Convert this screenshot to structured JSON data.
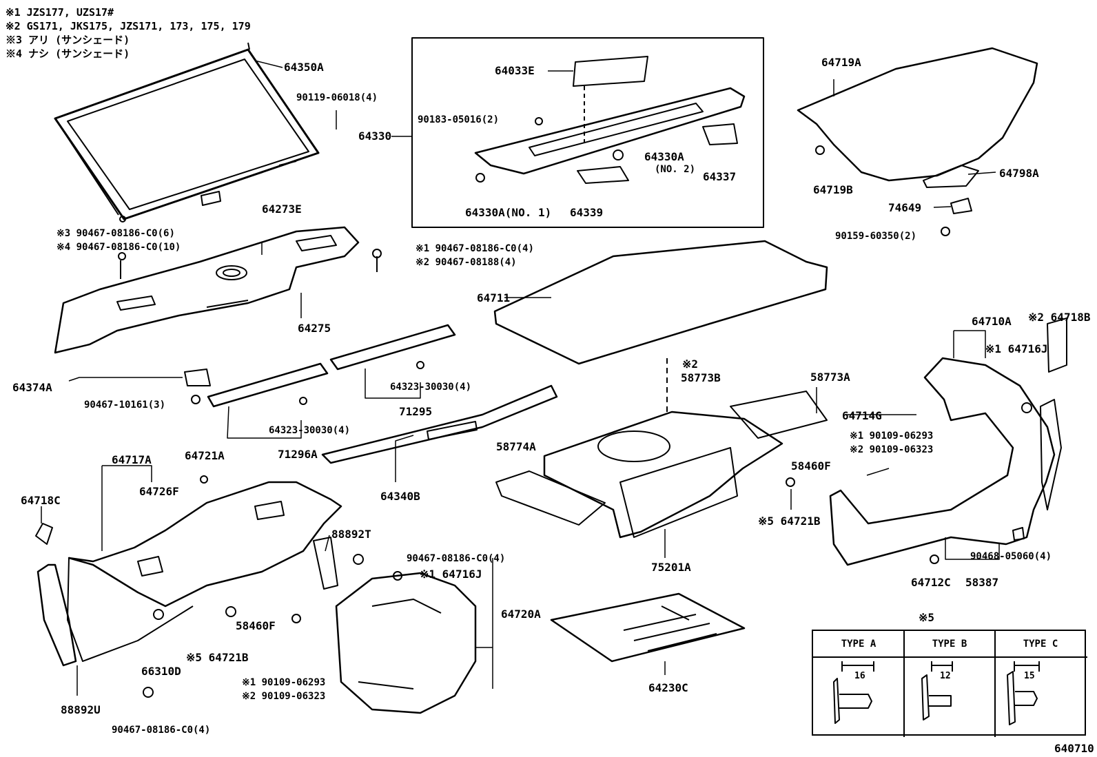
{
  "notes": [
    "※1  JZS177, UZS17#",
    "※2  GS171, JKS175, JZS171, 173, 175, 179",
    "※3  アリ (サンシェード)",
    "※4  ナシ (サンシェード)"
  ],
  "parts": {
    "p64350A": "64350A",
    "p90119": "90119-06018(4)",
    "p64033E": "64033E",
    "p90183": "90183-05016(2)",
    "p64330": "64330",
    "p64330A2": "64330A",
    "p64330A2b": "(NO. 2)",
    "p64337": "64337",
    "p64330A1": "64330A(NO. 1)",
    "p64339": "64339",
    "p64719A": "64719A",
    "p64719B": "64719B",
    "p64798A": "64798A",
    "p74649": "74649",
    "p90159": "90159-60350(2)",
    "p64273E": "64273E",
    "p90467_3": "※3  90467-08186-C0(6)",
    "p90467_4": "※4  90467-08186-C0(10)",
    "p90467_1": "※1  90467-08186-C0(4)",
    "p90467_2": "※2  90467-08188(4)",
    "p64275": "64275",
    "p64711": "64711",
    "p64710A": "64710A",
    "p64718B": "※2 64718B",
    "p64716J_r": "※1 64716J",
    "p64374A": "64374A",
    "p90467_10161": "90467-10161(3)",
    "p64323a": "64323-30030(4)",
    "p64323b": "64323-30030(4)",
    "p71295": "71295",
    "p71296A": "71296A",
    "p58773B_n": "※2",
    "p58773B": "58773B",
    "p58773A": "58773A",
    "p64714G": "64714G",
    "p90109_1r": "※1  90109-06293",
    "p90109_2r": "※2  90109-06323",
    "p58460F_r": "58460F",
    "p64721B_r": "※5 64721B",
    "p58774A": "58774A",
    "p64340B": "64340B",
    "p64717A": "64717A",
    "p64721A": "64721A",
    "p64726F": "64726F",
    "p64718C": "64718C",
    "p88892T": "88892T",
    "p90467_l": "90467-08186-C0(4)",
    "p64716J_l": "※1 64716J",
    "p64720A": "64720A",
    "p58460F_l": "58460F",
    "p64721B_l": "※5 64721B",
    "p66310D": "66310D",
    "p90109_1l": "※1  90109-06293",
    "p90109_2l": "※2  90109-06323",
    "p88892U": "88892U",
    "p90467_b": "90467-08186-C0(4)",
    "p75201A": "75201A",
    "p64230C": "64230C",
    "p90468": "90468-05060(4)",
    "p64712C": "64712C",
    "p58387": "58387"
  },
  "table": {
    "title": "※5",
    "types": [
      "TYPE  A",
      "TYPE  B",
      "TYPE  C"
    ],
    "dims": [
      "16",
      "12",
      "15"
    ]
  },
  "figure_code": "640710"
}
